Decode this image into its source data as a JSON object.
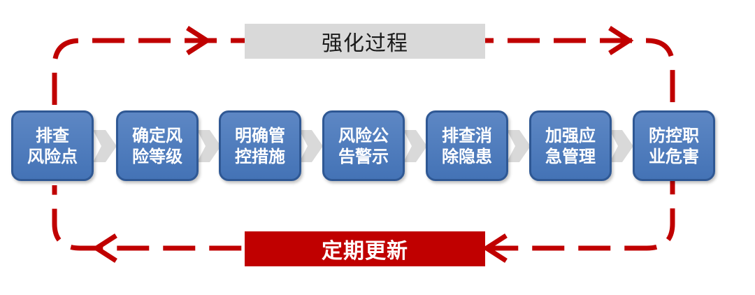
{
  "top_banner": "强化过程",
  "bottom_banner": "定期更新",
  "steps": [
    {
      "line1": "排查",
      "line2": "风险点"
    },
    {
      "line1": "确定风",
      "line2": "险等级"
    },
    {
      "line1": "明确管",
      "line2": "控措施"
    },
    {
      "line1": "风险公",
      "line2": "告警示"
    },
    {
      "line1": "排查消",
      "line2": "除隐患"
    },
    {
      "line1": "加强应",
      "line2": "急管理"
    },
    {
      "line1": "防控职",
      "line2": "业危害"
    }
  ],
  "colors": {
    "loop_red": "#c00000",
    "box_blue": "#4f7bbc",
    "box_border": "#2f5894",
    "connector_gray": "#d9d9d9",
    "top_banner_bg": "#d9d9d9",
    "bottom_banner_bg": "#c00000"
  }
}
